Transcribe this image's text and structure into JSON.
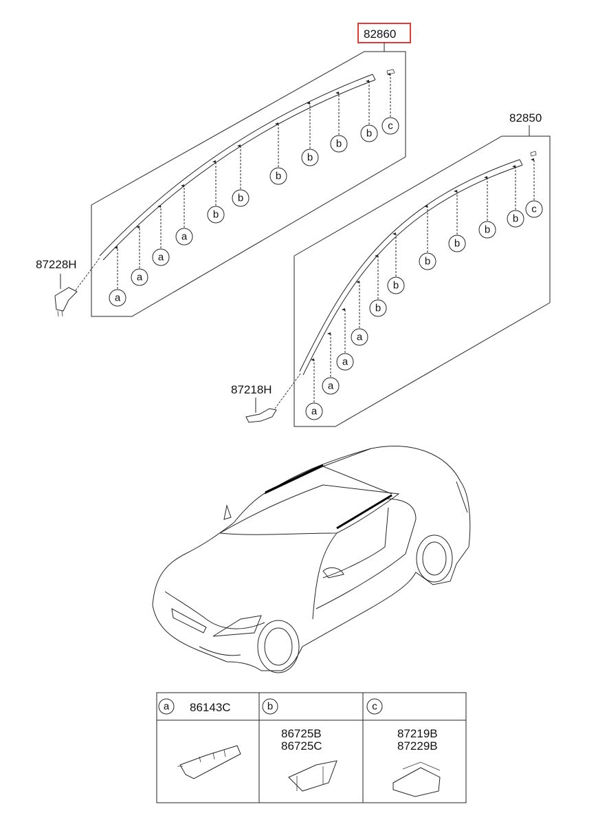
{
  "parts": {
    "roof_left": "82860",
    "roof_right": "82850",
    "end_left": "87228H",
    "end_right": "87218H"
  },
  "legend": {
    "a": {
      "letter": "a",
      "parts": [
        "86143C"
      ]
    },
    "b": {
      "letter": "b",
      "parts": [
        "86725B",
        "86725C"
      ]
    },
    "c": {
      "letter": "c",
      "parts": [
        "87219B",
        "87229B"
      ]
    }
  },
  "clip_letters": {
    "a": "a",
    "b": "b",
    "c": "c"
  },
  "colors": {
    "highlight_box": "#e53935",
    "line": "#222222"
  }
}
